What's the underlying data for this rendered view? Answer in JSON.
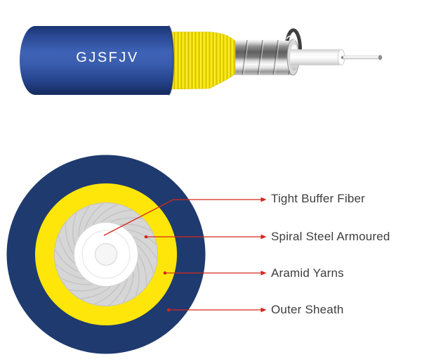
{
  "diagram": {
    "product_code": "GJSFJV",
    "layers": [
      {
        "label": "Tight Buffer Fiber"
      },
      {
        "label": "Spiral Steel Armoured"
      },
      {
        "label": "Aramid Yarns"
      },
      {
        "label": "Outer Sheath"
      }
    ],
    "colors": {
      "sheath_blue": "#2c4f9e",
      "cross_section_navy": "#1f3a6e",
      "aramid_yellow": "#ffe60a",
      "steel_gray": "#d6d6d6",
      "buffer_white": "#ffffff",
      "leader_red": "#d3281e",
      "label_text": "#3e3e3e",
      "product_code_text": "#ffffff"
    }
  }
}
